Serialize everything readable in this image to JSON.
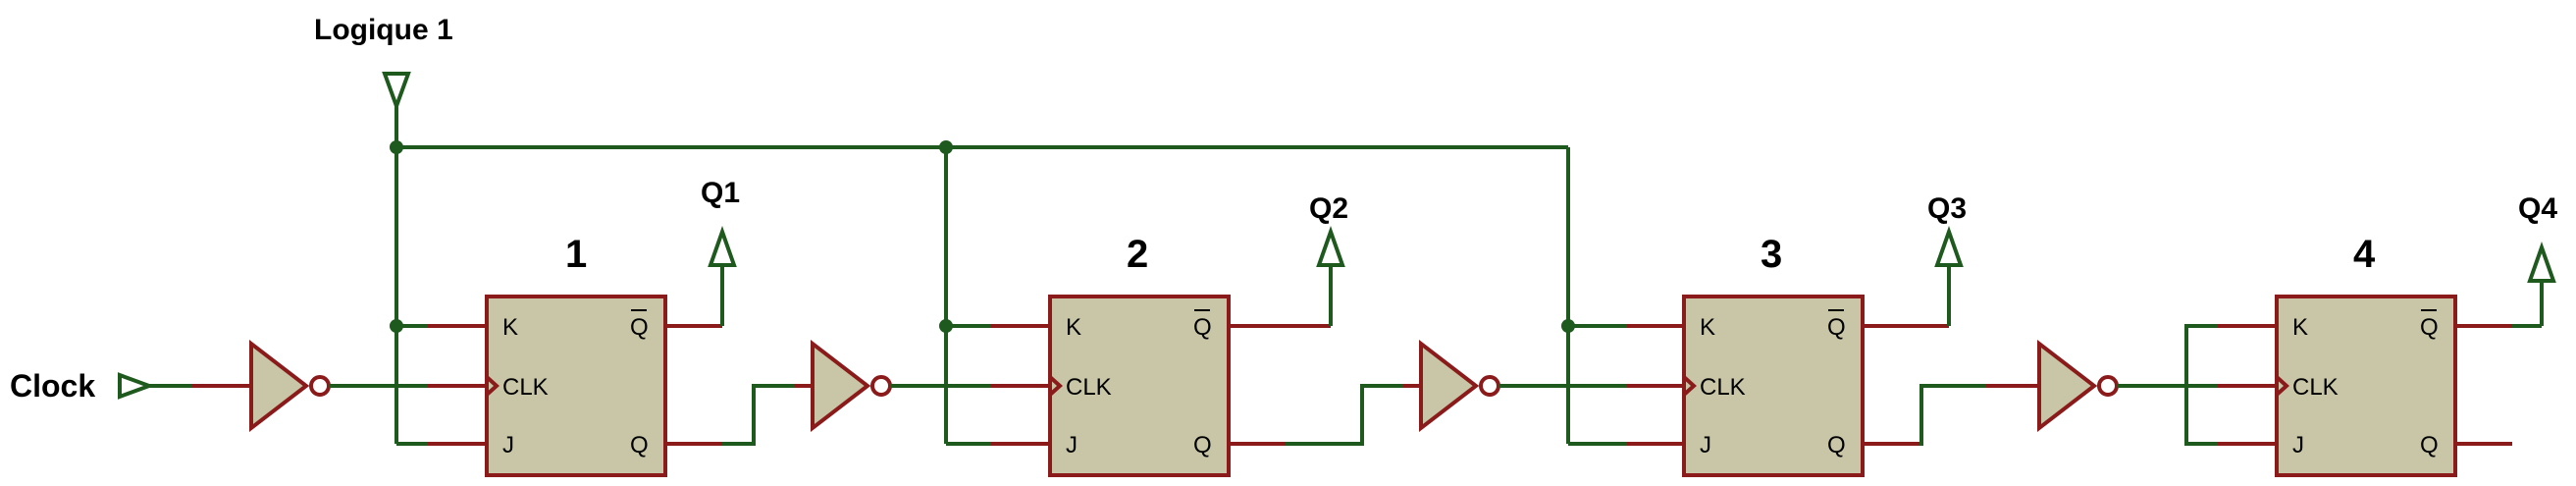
{
  "labels": {
    "logic_source": "Logique 1",
    "clock_input": "Clock"
  },
  "flip_flops": [
    {
      "number": "1",
      "output_label": "Q1",
      "pin_k": "K",
      "pin_clk": "CLK",
      "pin_j": "J",
      "pin_qbar": "Q",
      "pin_q": "Q"
    },
    {
      "number": "2",
      "output_label": "Q2",
      "pin_k": "K",
      "pin_clk": "CLK",
      "pin_j": "J",
      "pin_qbar": "Q",
      "pin_q": "Q"
    },
    {
      "number": "3",
      "output_label": "Q3",
      "pin_k": "K",
      "pin_clk": "CLK",
      "pin_j": "J",
      "pin_qbar": "Q",
      "pin_q": "Q"
    },
    {
      "number": "4",
      "output_label": "Q4",
      "pin_k": "K",
      "pin_clk": "CLK",
      "pin_j": "J",
      "pin_qbar": "Q",
      "pin_q": "Q"
    }
  ],
  "colors": {
    "wire": "#1e5a1e",
    "component_outline": "#8b1a1a",
    "component_fill": "#c8c6a7"
  }
}
